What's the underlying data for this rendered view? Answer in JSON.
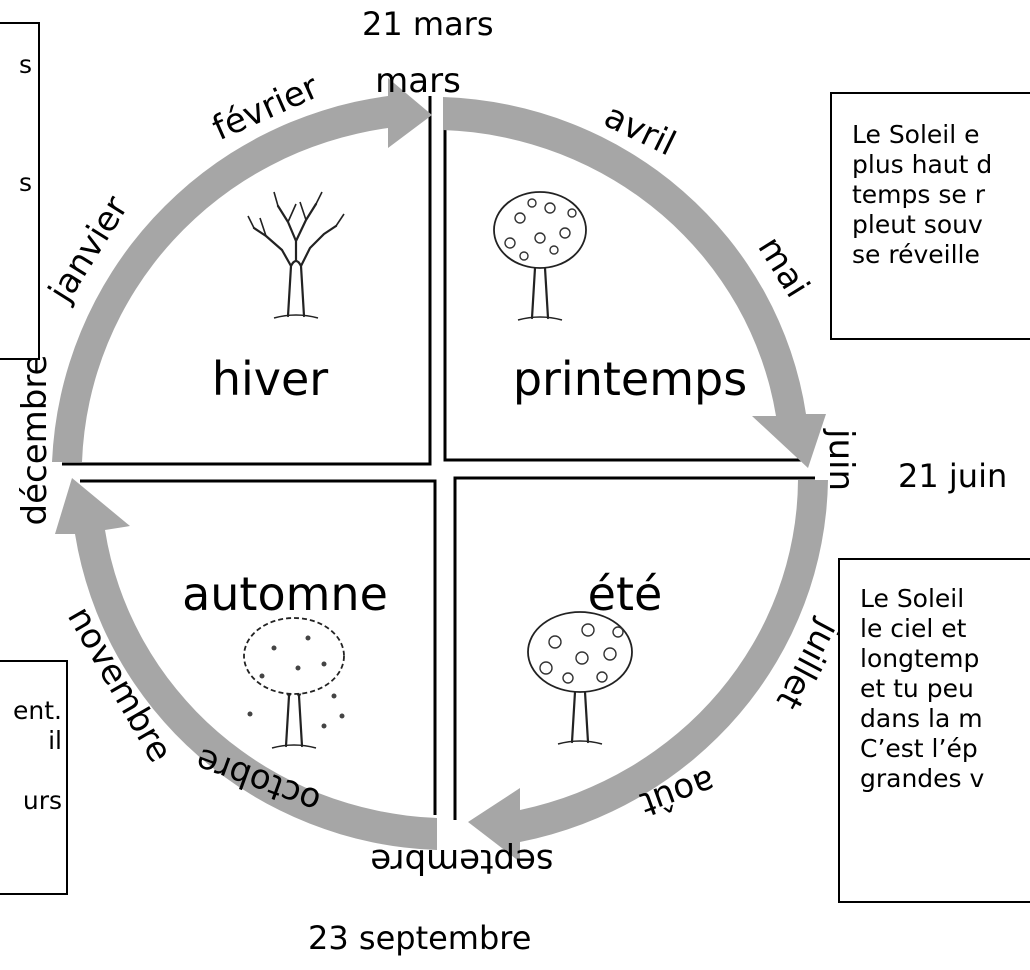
{
  "dates": {
    "spring_equinox": "21 mars",
    "summer_solstice": "21 juin",
    "autumn_equinox": "23 septembre"
  },
  "seasons": {
    "winter": "hiver",
    "spring": "printemps",
    "summer": "été",
    "autumn": "automne"
  },
  "months": {
    "mars": "mars",
    "avril": "avril",
    "mai": "mai",
    "juin": "juin",
    "juillet": "juillet",
    "aout": "août",
    "septembre": "septembre",
    "octobre": "octobre",
    "novembre": "novembre",
    "decembre": "décembre",
    "janvier": "janvier",
    "fevrier": "février"
  },
  "notes": {
    "top_left": [
      "s",
      "",
      "s"
    ],
    "top_right": [
      "Le Soleil e",
      "plus haut d",
      "temps se r",
      "pleut souv",
      "se réveille"
    ],
    "bottom_right": [
      "Le Soleil",
      "le ciel et",
      "longtemp",
      "et tu peu",
      "dans la m",
      "C’est l’ép",
      "grandes v"
    ],
    "bottom_left": [
      "ent.",
      "il",
      "",
      "urs"
    ]
  },
  "colors": {
    "arrow": "#a6a6a6",
    "quadrant_border": "#000000",
    "text": "#000000"
  },
  "icons": {
    "winter": "bare-tree-icon",
    "spring": "flowering-tree-icon",
    "summer": "fruit-tree-icon",
    "autumn": "falling-leaves-tree-icon"
  }
}
